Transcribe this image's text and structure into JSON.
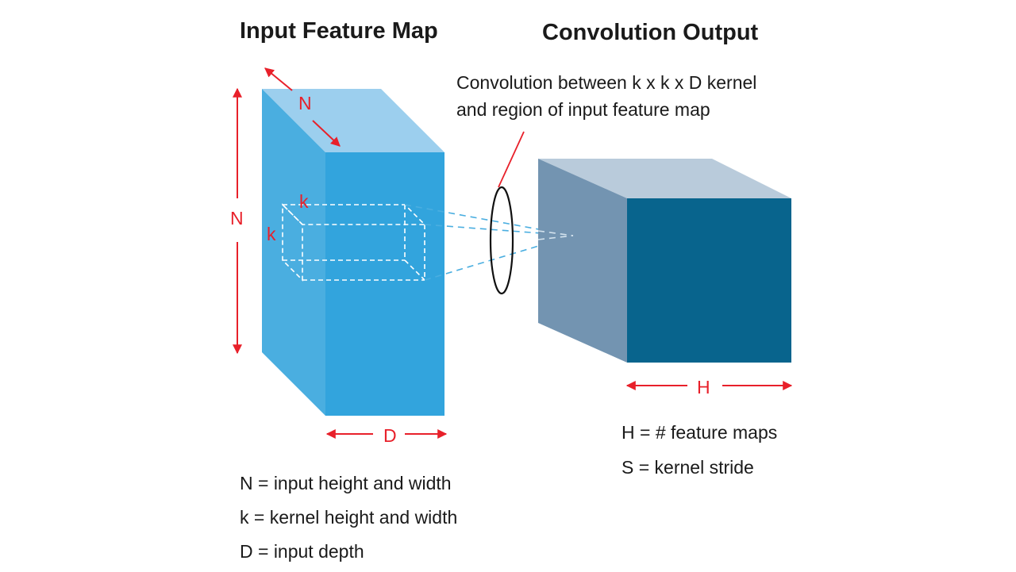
{
  "titles": {
    "input": "Input Feature Map",
    "output": "Convolution Output"
  },
  "annotation": {
    "line1": "Convolution between k x k x D kernel",
    "line2": "and region of input feature map"
  },
  "dimensions": {
    "depth_top": "N",
    "height_left": "N",
    "kernel_top": "k",
    "kernel_left": "k",
    "input_depth": "D",
    "output_width": "H"
  },
  "legend_left": [
    "N = input height and width",
    "k = kernel height and width",
    "D = input depth"
  ],
  "legend_right": [
    "H = # feature maps",
    "S = kernel stride"
  ],
  "colors": {
    "input_front": "#32a4dd",
    "input_side": "#4aaee0",
    "input_top": "#9ccfee",
    "output_front": "#08648d",
    "output_side": "#7394b1",
    "output_top": "#b9cbdb",
    "arrow": "#e8202a"
  }
}
